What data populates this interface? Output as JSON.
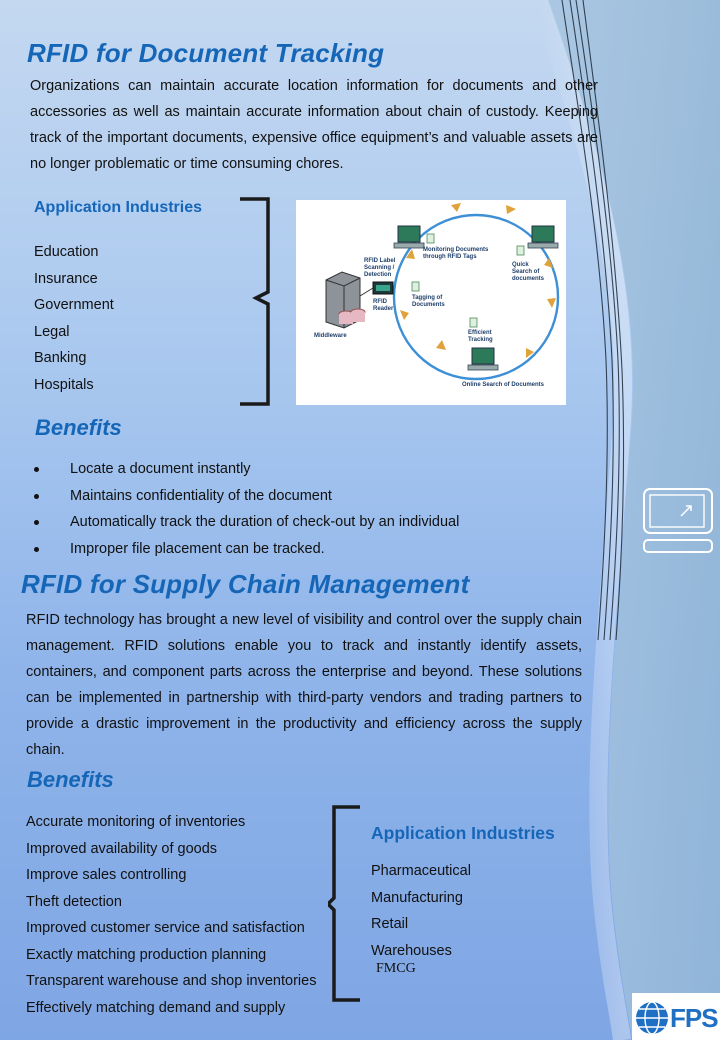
{
  "section1": {
    "title": "RFID for Document Tracking",
    "intro": "Organizations can maintain accurate location information for documents and other accessories as well as maintain accurate information about chain of custody. Keeping track of the important documents, expensive office equipment’s and valuable assets are no longer problematic or time consuming chores.",
    "industries_heading": "Application Industries",
    "industries": [
      "Education",
      "Insurance",
      "Government",
      "Legal",
      "Banking",
      "Hospitals"
    ],
    "benefits_heading": "Benefits",
    "benefits": [
      "Locate a document instantly",
      "Maintains confidentiality of the document",
      "Automatically track the duration of check-out by an individual",
      "Improper file placement can be tracked."
    ]
  },
  "diagram": {
    "labels": {
      "monitoring": [
        "Monitoring Documents",
        "through RFID Tags"
      ],
      "quick_search": [
        "Quick",
        "Search of",
        "documents"
      ],
      "rfid_label": [
        "RFID Label",
        "Scanning /",
        "Detection"
      ],
      "rfid_reader": [
        "RFID",
        "Reader"
      ],
      "tagging": [
        "Tagging of",
        "Documents"
      ],
      "middleware": "Middleware",
      "efficient": [
        "Efficient",
        "Tracking"
      ],
      "online_search": "Online Search of Documents"
    }
  },
  "section2": {
    "title": "RFID for Supply Chain Management",
    "intro": "RFID technology has brought a new level of visibility and control over the supply chain management. RFID solutions enable you to track and instantly identify assets, containers, and component parts across the enterprise and beyond. These solutions can be implemented in partnership with third-party vendors and trading partners to provide a drastic improvement in the productivity and efficiency across the supply chain.",
    "benefits_heading": "Benefits",
    "benefits": [
      "Accurate monitoring of inventories",
      "Improved availability of goods",
      "Improve sales controlling",
      "Theft detection",
      "Improved customer service and satisfaction",
      "Exactly matching production planning",
      "Transparent warehouse and shop inventories",
      "Effectively matching demand and supply"
    ],
    "industries_heading": "Application Industries",
    "industries": [
      "Pharmaceutical",
      "Manufacturing",
      "Retail",
      "Warehouses"
    ],
    "extra_industry": "FMCG"
  },
  "logo": {
    "text": "FPS",
    "color": "#1f6fc4"
  },
  "colors": {
    "accent": "#1666b8",
    "bracket": "#1a1a1a"
  }
}
